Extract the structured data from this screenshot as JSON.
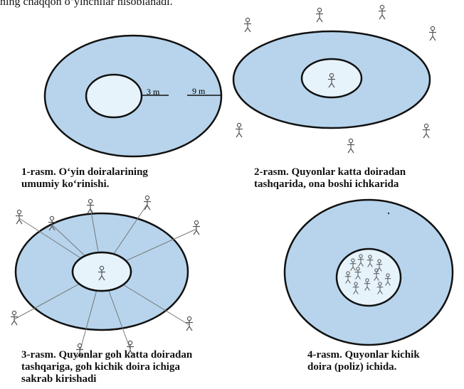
{
  "top_text": "ning chaqqon o‘yinchilar hisoblanadi.",
  "colors": {
    "outer_fill": "#b7d4ec",
    "inner_fill": "#e7f3fb",
    "stroke": "#111111",
    "figure": "#555555"
  },
  "figure1": {
    "label_inner": "3 m",
    "label_outer": "9 m",
    "caption": [
      "1-rasm.  O‘yin doiralarining",
      "umumiy ko‘rinishi."
    ]
  },
  "figure2": {
    "caption": [
      "2-rasm. Quyonlar katta doiradan",
      "tashqarida, ona boshi ichkarida"
    ]
  },
  "figure3": {
    "caption": [
      "3-rasm. Quyonlar goh katta doiradan",
      "tashqariga, goh  kichik doira ichiga",
      "sakrab kirishadi"
    ]
  },
  "figure4": {
    "caption": [
      "4-rasm. Quyonlar kichik",
      "doira (poliz) ichida."
    ]
  }
}
